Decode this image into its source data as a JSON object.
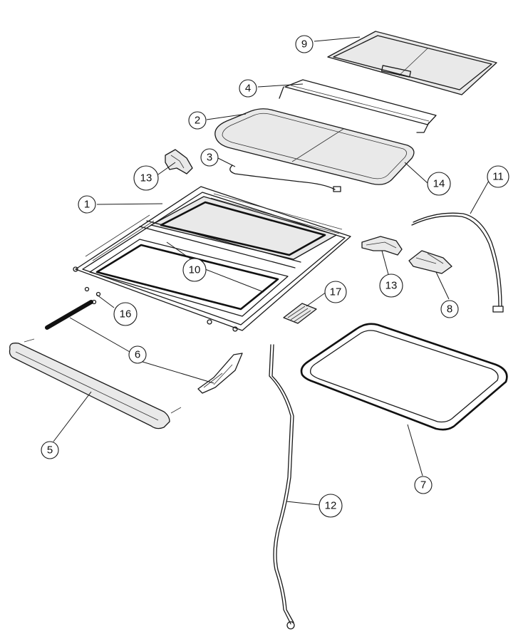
{
  "callouts": [
    {
      "label": "1"
    },
    {
      "label": "2"
    },
    {
      "label": "3"
    },
    {
      "label": "4"
    },
    {
      "label": "5"
    },
    {
      "label": "6"
    },
    {
      "label": "7"
    },
    {
      "label": "8"
    },
    {
      "label": "9"
    },
    {
      "label": "10"
    },
    {
      "label": "11"
    },
    {
      "label": "12"
    },
    {
      "label": "13"
    },
    {
      "label": "13"
    },
    {
      "label": "14"
    },
    {
      "label": "16"
    },
    {
      "label": "17"
    }
  ]
}
